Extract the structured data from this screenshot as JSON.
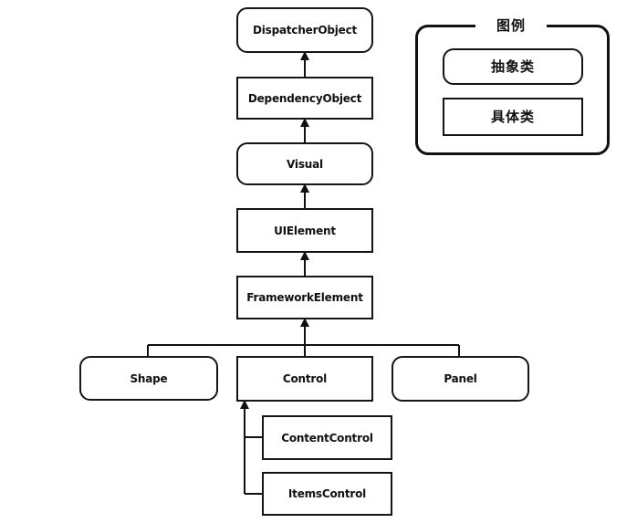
{
  "legend": {
    "title": "图例",
    "abstract_label": "抽象类",
    "concrete_label": "具体类"
  },
  "nodes": {
    "dispatcher_object": "DispatcherObject",
    "dependency_object": "DependencyObject",
    "visual": "Visual",
    "ui_element": "UIElement",
    "framework_element": "FrameworkElement",
    "shape": "Shape",
    "control": "Control",
    "panel": "Panel",
    "content_control": "ContentControl",
    "items_control": "ItemsControl"
  }
}
